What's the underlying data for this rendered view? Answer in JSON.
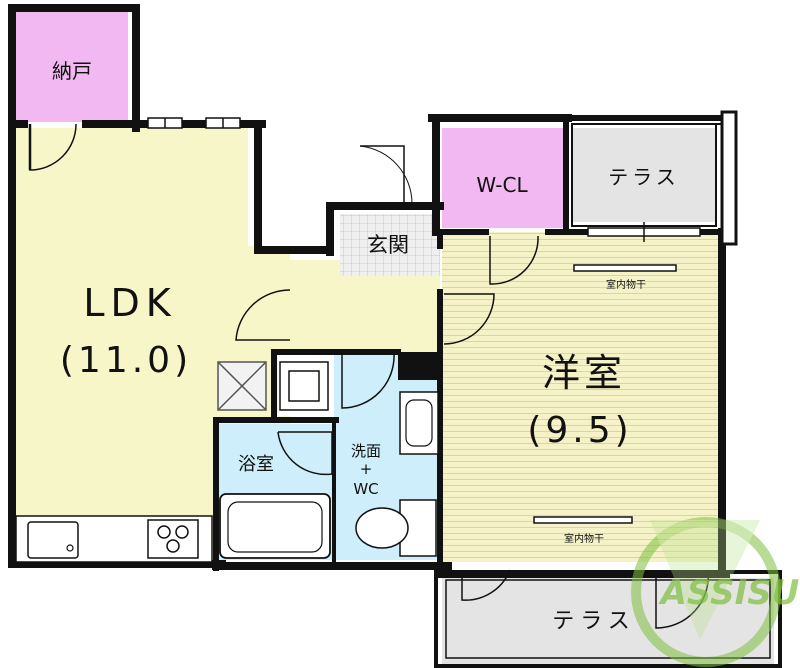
{
  "floorplan": {
    "rooms": {
      "storage": {
        "label": "納戸"
      },
      "ldk": {
        "label": "LDK",
        "size": "(11.0)"
      },
      "entrance": {
        "label": "玄関"
      },
      "wcl": {
        "label": "W-CL"
      },
      "terrace_upper": {
        "label": "テラス"
      },
      "western_room": {
        "label": "洋室",
        "size": "(9.5)"
      },
      "bathroom": {
        "label": "浴室"
      },
      "washroom": {
        "line1": "洗面",
        "line2": "+",
        "line3": "WC"
      },
      "terrace_lower": {
        "label": "テラス"
      }
    },
    "drying_rack_label": "室内物干",
    "watermark": "ASSISU"
  },
  "colors": {
    "wall": "#111111",
    "ldk_floor": "#f6f6c8",
    "storage_floor": "#f2b8f2",
    "bath_floor": "#cdeefa",
    "terrace_floor": "#e4e4e4",
    "western_floor": "#f4f2c6",
    "watermark_green": "#7fbf3f"
  }
}
